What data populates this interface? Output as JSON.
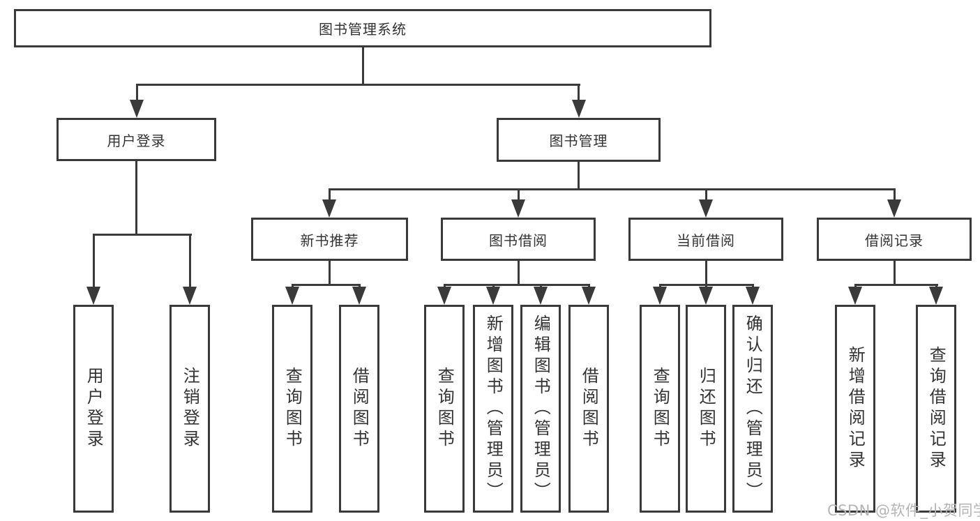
{
  "diagram": {
    "title": "图书管理系统",
    "tree": {
      "root": "图书管理系统",
      "children": [
        {
          "label": "用户登录",
          "children": [
            "用户登录",
            "注销登录"
          ]
        },
        {
          "label": "图书管理",
          "children": [
            {
              "label": "新书推荐",
              "children": [
                "查询图书",
                "借阅图书"
              ]
            },
            {
              "label": "图书借阅",
              "children": [
                "查询图书",
                "新增图书（管理员）",
                "编辑图书（管理员）",
                "借阅图书"
              ]
            },
            {
              "label": "当前借阅",
              "children": [
                "查询图书",
                "归还图书",
                "确认归还（管理员）"
              ]
            },
            {
              "label": "借阅记录",
              "children": [
                "新增借阅记录",
                "查询借阅记录"
              ]
            }
          ]
        }
      ]
    },
    "watermark": "CSDN @软件_小贺同学",
    "colors": {
      "line": "#3a3a3a",
      "text": "#333333",
      "background": "#ffffff",
      "watermark": "#b5b5b5"
    }
  }
}
